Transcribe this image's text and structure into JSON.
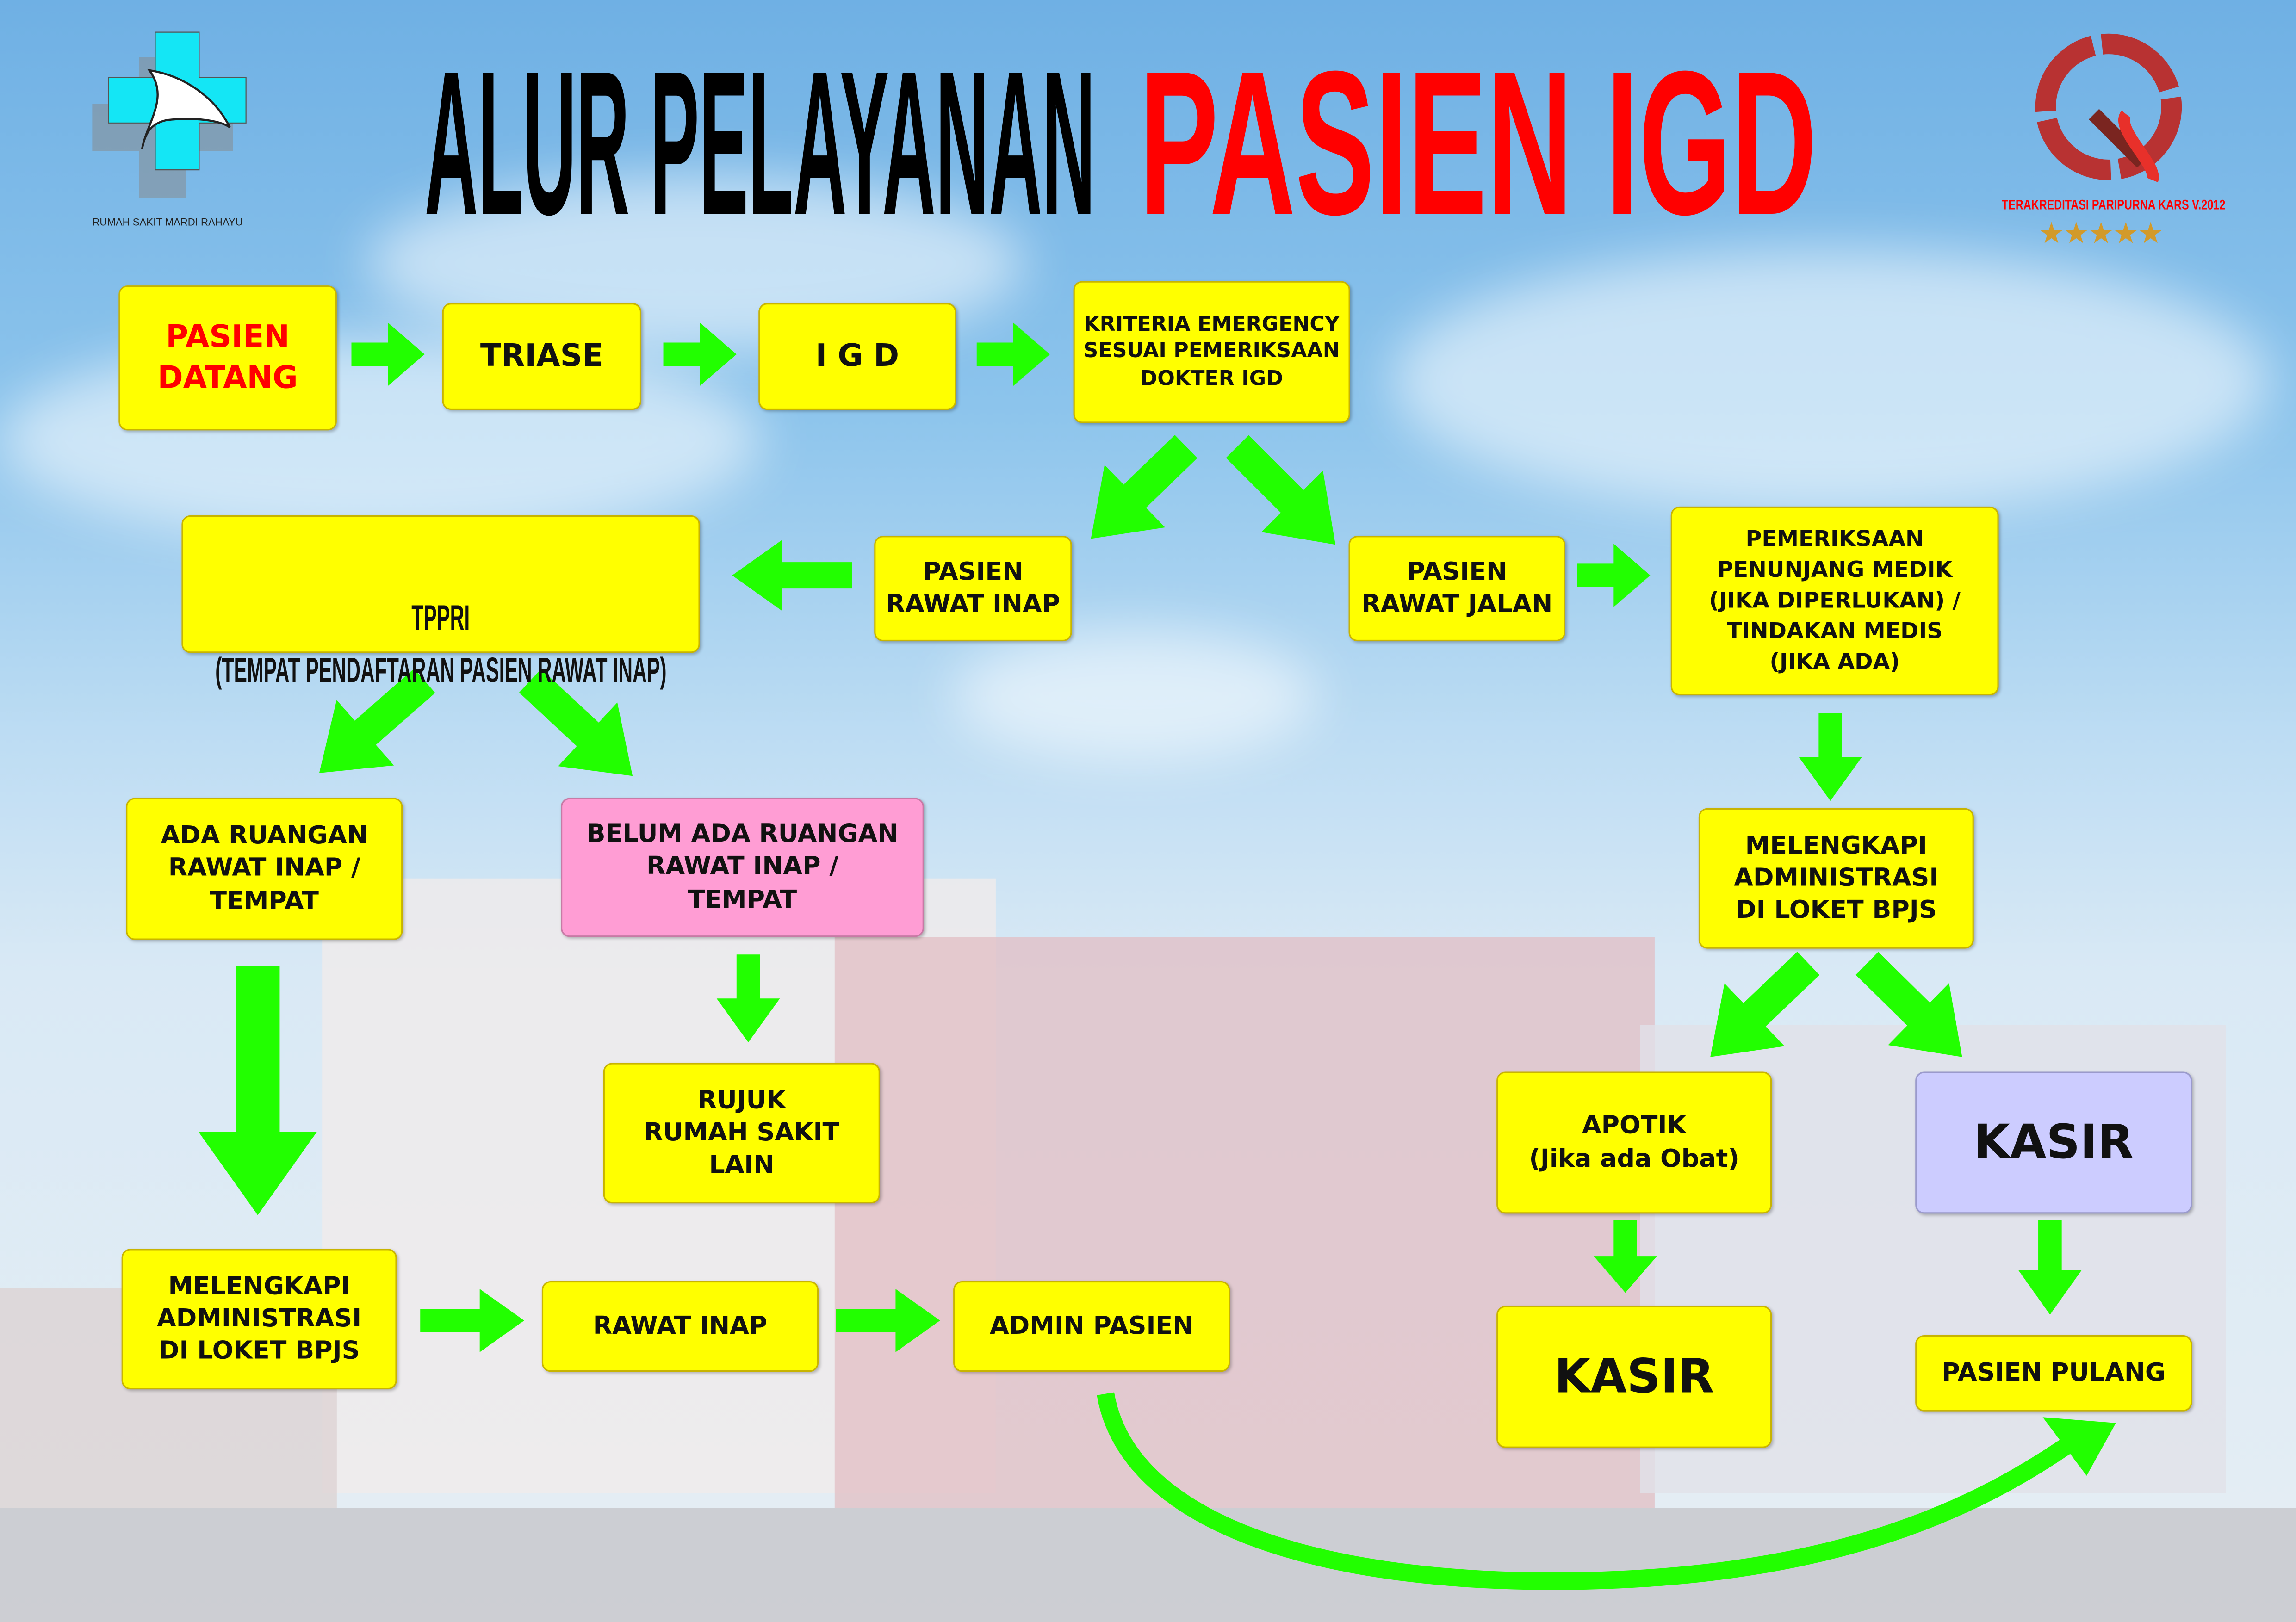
{
  "title": {
    "part1": "ALUR PELAYANAN",
    "part2": "PASIEN IGD"
  },
  "logo_left": {
    "name": "RUMAH SAKIT MARDI RAHAYU"
  },
  "logo_right": {
    "caption": "TERAKREDITASI PARIPURNA KARS V.2012",
    "stars": "★★★★★",
    "rating": 5
  },
  "colors": {
    "box": "#ffff00",
    "pink": "#ff9dd4",
    "lavender": "#ccccff",
    "arrow": "#22ff00",
    "title_red": "#ff0000"
  },
  "steps": {
    "pasien_datang": "PASIEN\nDATANG",
    "triase": "TRIASE",
    "igd": "I G D",
    "kriteria": "KRITERIA EMERGENCY\nSESUAI PEMERIKSAAN\nDOKTER IGD",
    "tppri_1": "TPPRI",
    "tppri_2": "(TEMPAT PENDAFTARAN PASIEN RAWAT INAP)",
    "pasien_rawat_inap": "PASIEN\nRAWAT INAP",
    "pasien_rawat_jalan": "PASIEN\nRAWAT JALAN",
    "pemeriksaan": "PEMERIKSAAN\nPENUNJANG MEDIK\n(JIKA DIPERLUKAN) /\nTINDAKAN MEDIS\n(JIKA ADA)",
    "ada_ruangan": "ADA RUANGAN\nRAWAT INAP /\nTEMPAT",
    "belum_ada_ruangan": "BELUM ADA RUANGAN\nRAWAT INAP /\nTEMPAT",
    "melengkapi_kanan": "MELENGKAPI\nADMINISTRASI\nDI LOKET BPJS",
    "rujuk": "RUJUK\nRUMAH SAKIT\nLAIN",
    "apotik": "APOTIK\n(Jika ada Obat)",
    "kasir_ungu": "KASIR",
    "melengkapi_kiri": "MELENGKAPI\nADMINISTRASI\nDI LOKET BPJS",
    "rawat_inap": "RAWAT INAP",
    "admin_pasien": "ADMIN PASIEN",
    "kasir_kuning": "KASIR",
    "pasien_pulang": "PASIEN PULANG"
  }
}
